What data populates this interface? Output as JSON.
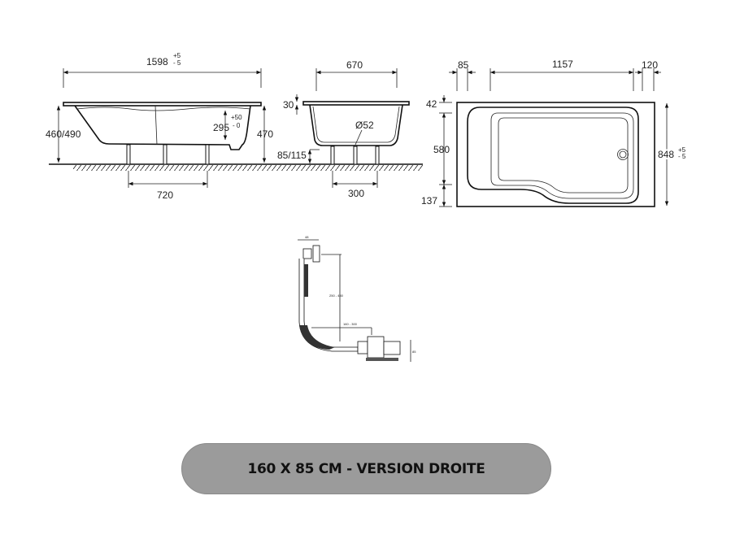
{
  "side_view": {
    "length": "1598",
    "length_tol_plus": "+5",
    "length_tol_minus": "- 5",
    "height_total": "460/490",
    "height_rim": "470",
    "depth": "295",
    "depth_tol_plus": "+50",
    "depth_tol_minus": "- 0",
    "leg_spacing": "720"
  },
  "end_view": {
    "width": "670",
    "rim": "30",
    "drain_diameter": "Ø52",
    "leg_height": "85/115",
    "leg_spacing": "300"
  },
  "plan_view": {
    "left_offset": "85",
    "inner_length": "1157",
    "right_offset": "120",
    "top_offset": "42",
    "inner_width": "580",
    "bottom_offset": "137",
    "total_width": "848",
    "width_tol_plus": "+5",
    "width_tol_minus": "- 5"
  },
  "siphon": {
    "width": "48",
    "height_range": "250 - 450",
    "length_range": "160 - 300",
    "depth": "85"
  },
  "banner": {
    "label": "160 X 85 CM - VERSION DROITE",
    "color": "#9b9b9b"
  }
}
